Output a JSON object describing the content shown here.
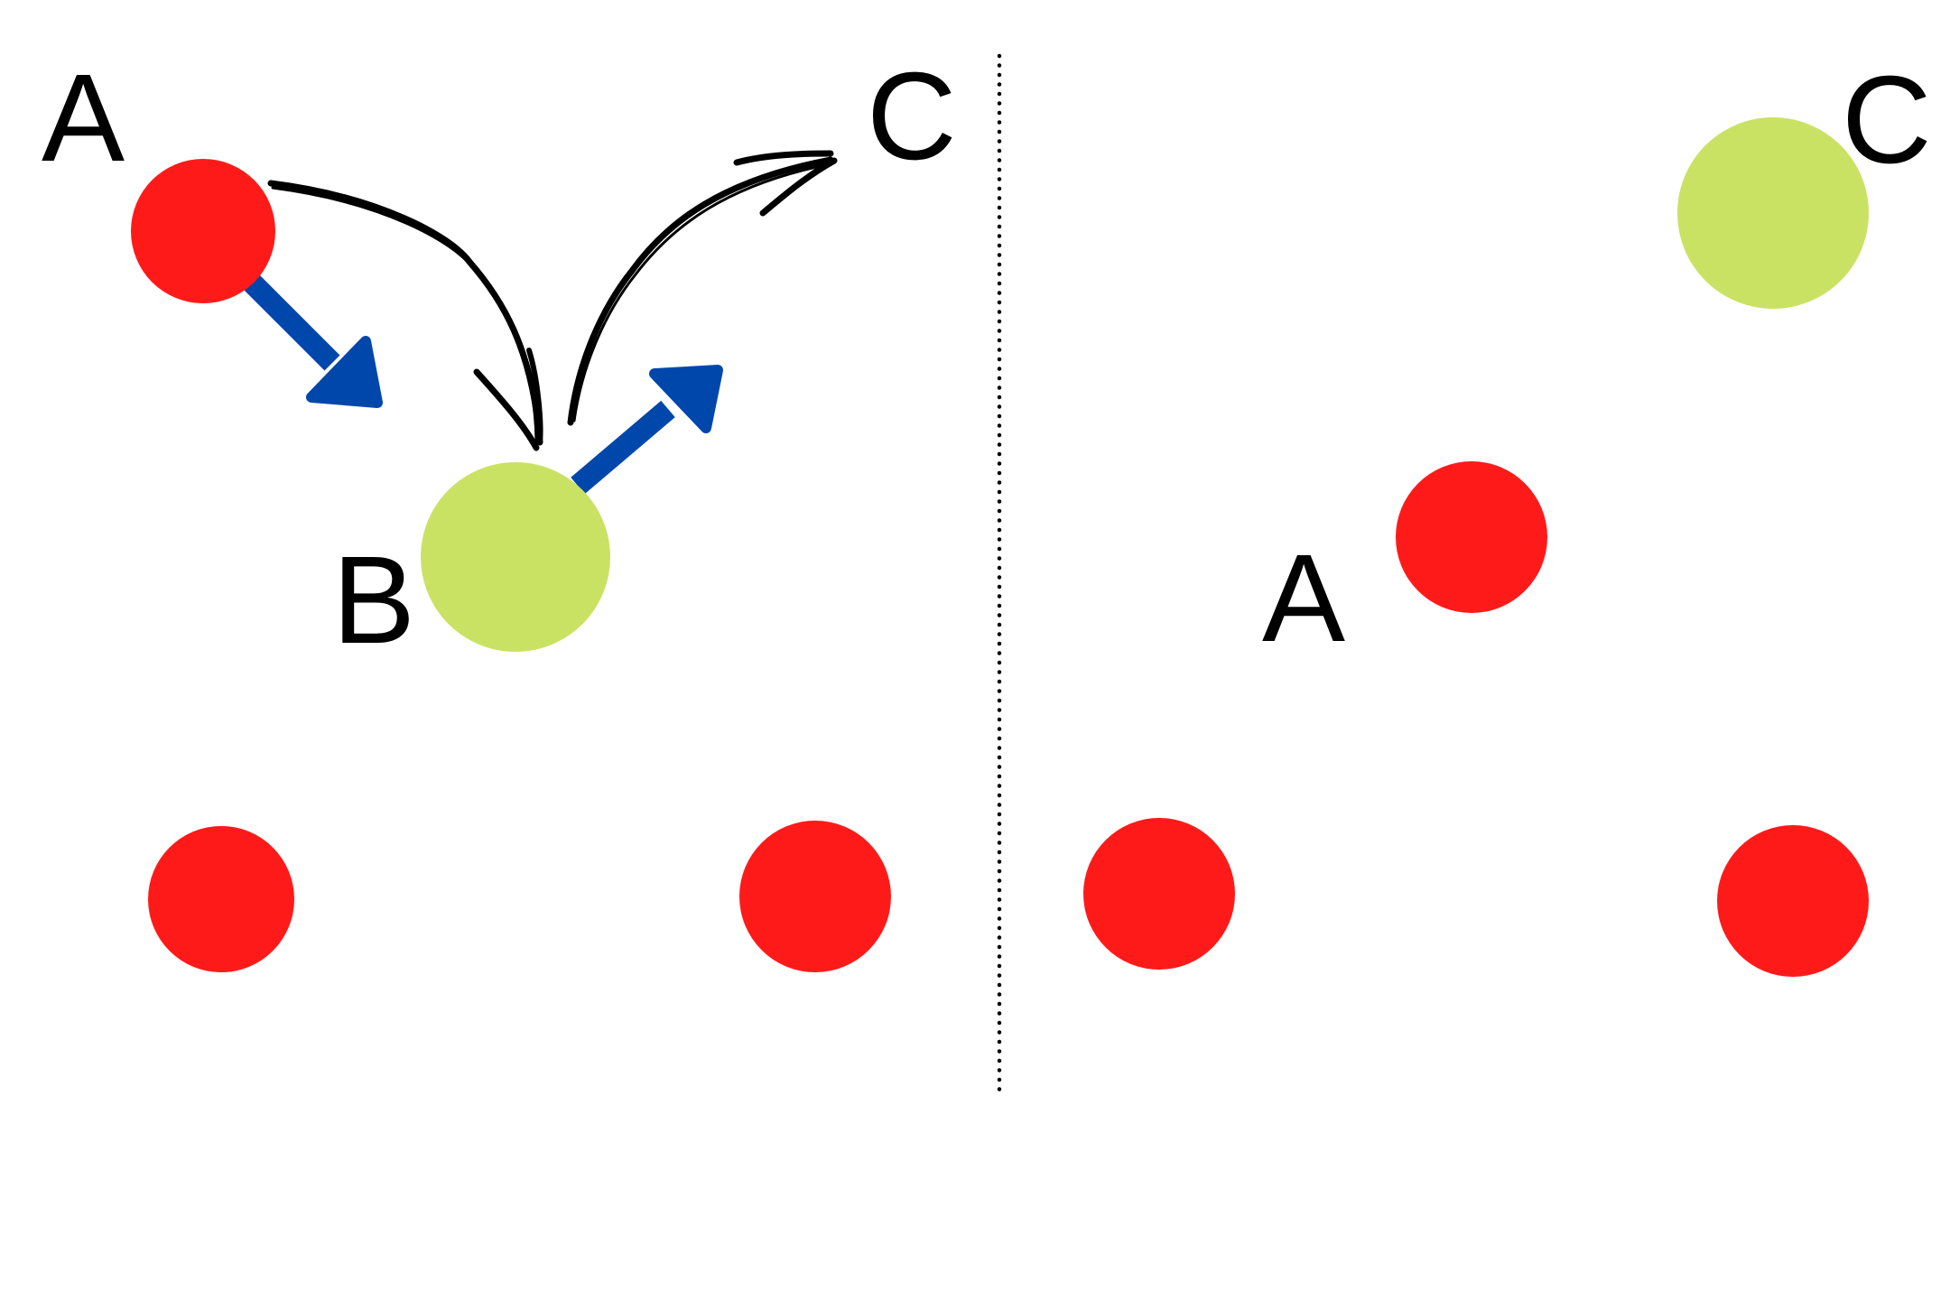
{
  "colors": {
    "red_ball": "#ff1a1a",
    "green_ball": "#cae264",
    "velocity_arrow": "#0047ab",
    "path_arrow": "#000000",
    "divider": "#000000"
  },
  "before_panel": {
    "labels": {
      "a": "A",
      "b": "B",
      "c": "C"
    },
    "balls": [
      "red",
      "green",
      "red",
      "red"
    ],
    "velocity_arrows": [
      "ball-a-motion",
      "ball-b-motion"
    ],
    "path_arrows": [
      "a-to-b-transfer",
      "b-to-c-transfer"
    ]
  },
  "after_panel": {
    "labels": {
      "a": "A",
      "c": "C"
    },
    "balls": [
      "green",
      "red",
      "red",
      "red"
    ]
  },
  "divider": {
    "style": "dotted"
  }
}
